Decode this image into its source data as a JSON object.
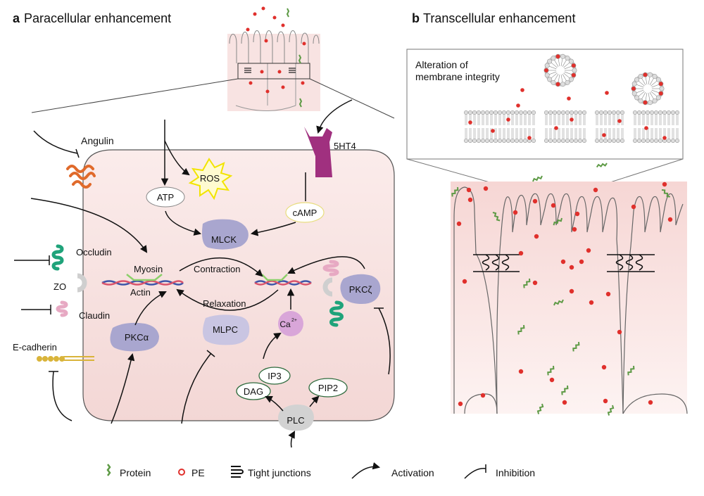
{
  "panel_a": {
    "letter": "a",
    "title": "Paracellular enhancement",
    "labels": {
      "angulin": "Angulin",
      "occludin": "Occludin",
      "zo": "ZO",
      "claudin": "Claudin",
      "ecadherin": "E-cadherin",
      "myosin": "Myosin",
      "actin": "Actin",
      "contraction": "Contraction",
      "relaxation": "Relaxation",
      "atp": "ATP",
      "ros": "ROS",
      "camp": "cAMP",
      "mlck": "MLCK",
      "ht4": "5HT4",
      "pkcz": "PKCζ",
      "pkca": "PKCα",
      "mlpc": "MLPC",
      "ca": "Ca",
      "ca_sup": "2+",
      "ip3": "IP3",
      "dag": "DAG",
      "pip2": "PIP2",
      "plc": "PLC"
    }
  },
  "panel_b": {
    "letter": "b",
    "title": "Transcellular enhancement",
    "inset_line1": "Alteration of",
    "inset_line2": "membrane integrity"
  },
  "legend": {
    "protein": "Protein",
    "pe": "PE",
    "tight_junctions": "Tight junctions",
    "activation": "Activation",
    "inhibition": "Inhibition"
  },
  "colors": {
    "cell_fill": "#f7e2e0",
    "lavender": "#a9a6cf",
    "magenta": "#a0307f",
    "green_border": "#2e6b3d",
    "pe_red": "#e0302c",
    "protein_green": "#5d9a45",
    "angulin": "#e06a2b",
    "occludin": "#1fa37a",
    "claudin": "#e7a9c3",
    "ecad": "#d9b43a"
  }
}
